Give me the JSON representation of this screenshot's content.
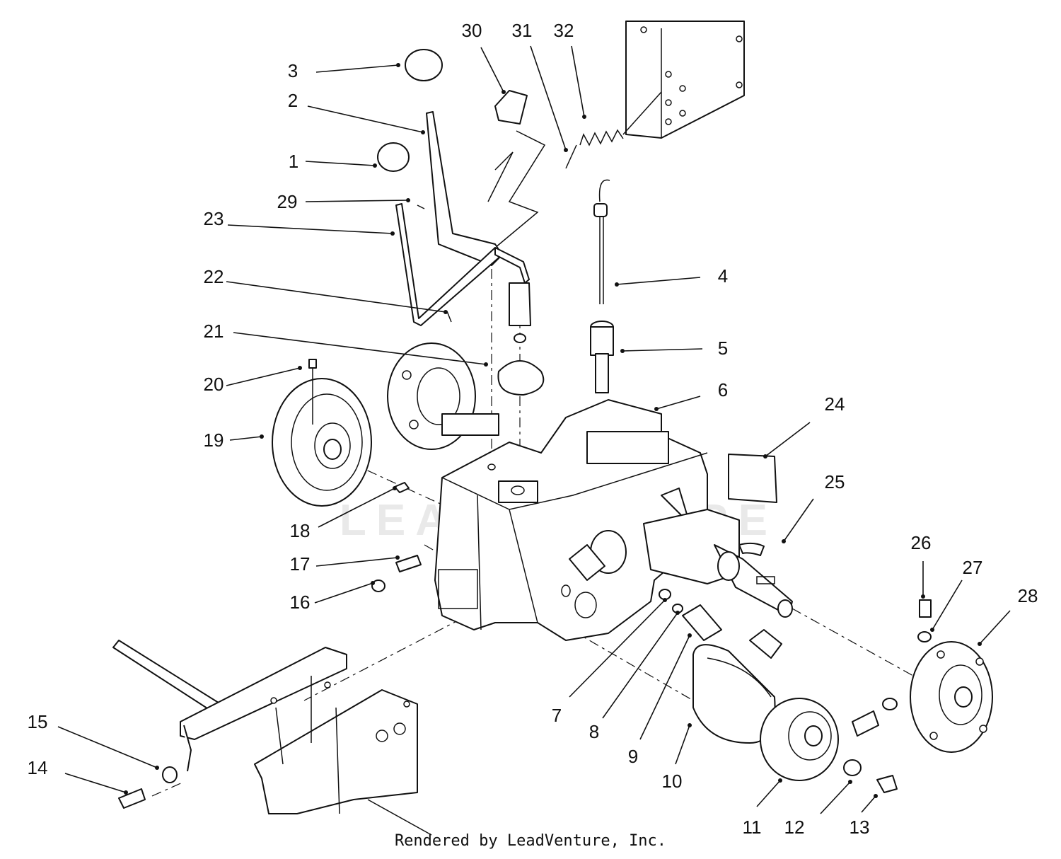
{
  "watermark": "LEADVENTURE",
  "footer": "Rendered by LeadVenture, Inc.",
  "callouts": [
    {
      "n": "1"
    },
    {
      "n": "2"
    },
    {
      "n": "3"
    },
    {
      "n": "4"
    },
    {
      "n": "5"
    },
    {
      "n": "6"
    },
    {
      "n": "7"
    },
    {
      "n": "8"
    },
    {
      "n": "9"
    },
    {
      "n": "10"
    },
    {
      "n": "11"
    },
    {
      "n": "12"
    },
    {
      "n": "13"
    },
    {
      "n": "14"
    },
    {
      "n": "15"
    },
    {
      "n": "16"
    },
    {
      "n": "17"
    },
    {
      "n": "18"
    },
    {
      "n": "19"
    },
    {
      "n": "20"
    },
    {
      "n": "21"
    },
    {
      "n": "22"
    },
    {
      "n": "23"
    },
    {
      "n": "24"
    },
    {
      "n": "25"
    },
    {
      "n": "26"
    },
    {
      "n": "27"
    },
    {
      "n": "28"
    },
    {
      "n": "29"
    },
    {
      "n": "30"
    },
    {
      "n": "31"
    },
    {
      "n": "32"
    }
  ]
}
